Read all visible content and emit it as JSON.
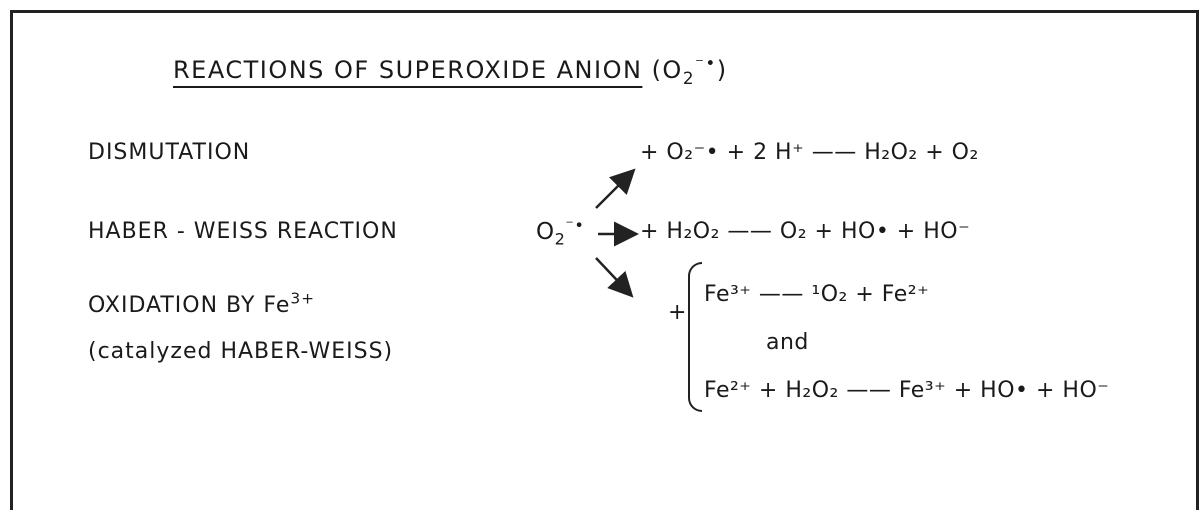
{
  "title": {
    "main": "REACTIONS OF SUPEROXIDE ANION",
    "formula_open": "(O",
    "sub": "2",
    "sup": "̅•",
    "formula_close": ")"
  },
  "labels": {
    "dismutation": "DISMUTATION",
    "haber_weiss": "HABER - WEISS REACTION",
    "oxidation": "OXIDATION BY Fe",
    "oxidation_sup": "3+",
    "catalyzed": "(catalyzed HABER-WEISS)"
  },
  "reactant": {
    "base": "O",
    "sub": "2",
    "sup": "−•"
  },
  "reactions": {
    "dismutation": "+ O₂⁻• + 2 H⁺ —— H₂O₂ + O₂",
    "haber_weiss": "+ H₂O₂ —— O₂  + HO• + HO⁻",
    "fe_step1": "Fe³⁺ —— ¹O₂ + Fe²⁺",
    "and": "and",
    "fe_step2": "Fe²⁺ + H₂O₂ —— Fe³⁺ + HO• + HO⁻",
    "plus": "+"
  }
}
